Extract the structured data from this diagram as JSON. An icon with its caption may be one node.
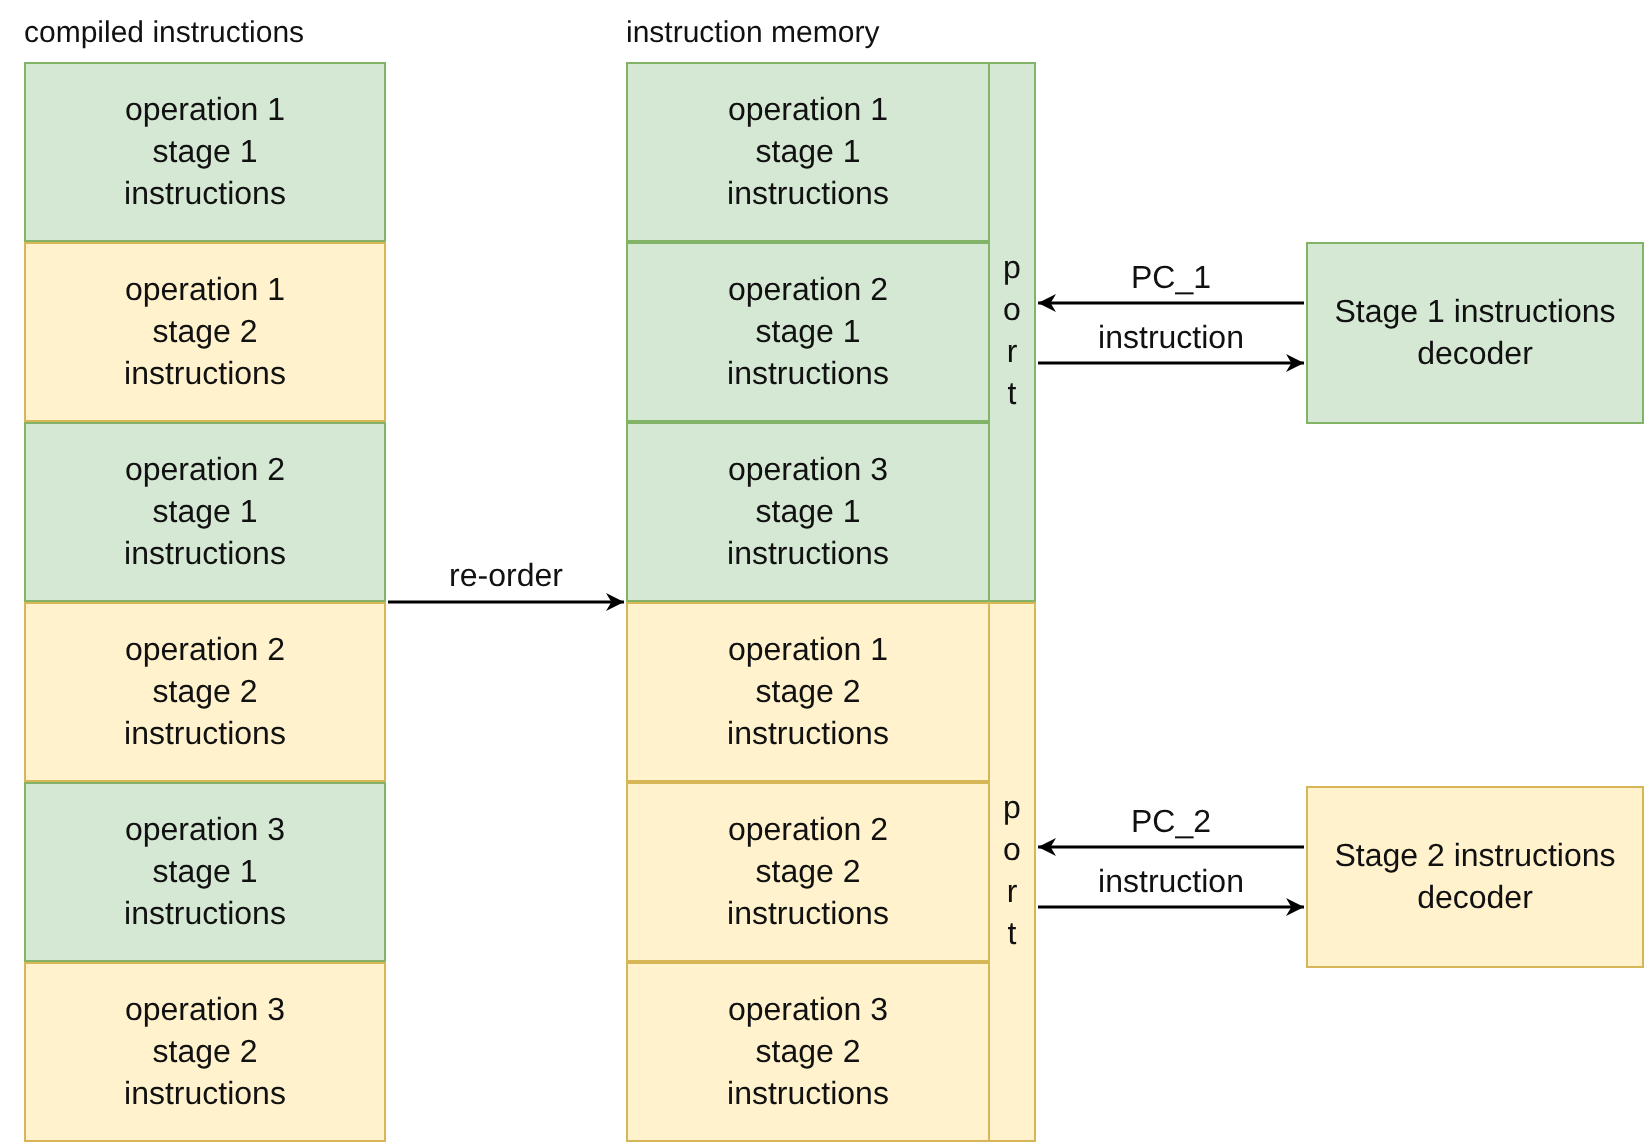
{
  "diagram": {
    "nodes": [
      {
        "text": [
          "compiled instructions"
        ]
      },
      {
        "text": [
          "operation 1 stage 1 instructions"
        ],
        "in": 0
      },
      {
        "text": [
          "operation 1 stage 2 instructions"
        ],
        "in": 0
      },
      {
        "text": [
          "operation 2 stage 1 instructions"
        ],
        "in": 0
      },
      {
        "text": [
          "operation 2 stage 2 instructions"
        ],
        "in": 0
      },
      {
        "text": [
          "operation 3 stage 1 instructions"
        ],
        "in": 0
      },
      {
        "text": [
          "operation 3 stage 2 instructions"
        ],
        "in": 0
      },
      {
        "text": [
          "instruction memory"
        ]
      },
      {
        "text": [
          "operation 1 stage 1 instructions"
        ],
        "in": 7
      },
      {
        "text": [
          "operation 2 stage 1 instructions"
        ],
        "in": 7
      },
      {
        "text": [
          "operation 3 stage 1 instructions"
        ],
        "in": 7
      },
      {
        "text": [
          "operation 1 stage 2 instructions"
        ],
        "in": 7
      },
      {
        "text": [
          "operation 2 stage 2 instructions"
        ],
        "in": 7
      },
      {
        "text": [
          "operation 3 stage 2 instructions"
        ],
        "in": 7
      },
      {
        "text": [
          "port"
        ],
        "in": 7
      },
      {
        "text": [
          "port"
        ],
        "in": 7
      },
      {
        "text": [
          "Stage 1 instructions decoder"
        ]
      },
      {
        "text": [
          "Stage 2 instructions decoder"
        ]
      }
    ],
    "edges": [
      {
        "from": 0,
        "to": 7,
        "arrow": "to",
        "label": "re-order"
      },
      {
        "from": 16,
        "to": 14,
        "arrow": "to",
        "label": "PC_1"
      },
      {
        "from": 14,
        "to": 16,
        "arrow": "to",
        "label": "instruction"
      },
      {
        "from": 17,
        "to": 15,
        "arrow": "to",
        "label": "PC_2"
      },
      {
        "from": 15,
        "to": 17,
        "arrow": "to",
        "label": "instruction"
      }
    ]
  }
}
